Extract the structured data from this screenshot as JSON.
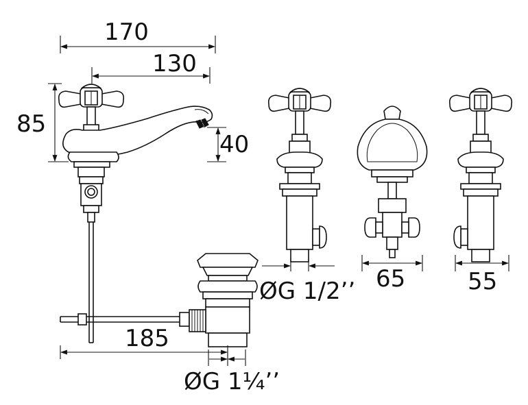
{
  "dimensions": {
    "overall_width": "170",
    "spout_reach": "130",
    "height": "85",
    "spout_height": "40",
    "inlet_thread": "ØG 1/2’’",
    "base_diameter": "65",
    "handle_base": "55",
    "pop_up_length": "185",
    "waste_thread": "ØG 1¼’’"
  },
  "colors": {
    "line": "#111111",
    "background": "#ffffff"
  }
}
